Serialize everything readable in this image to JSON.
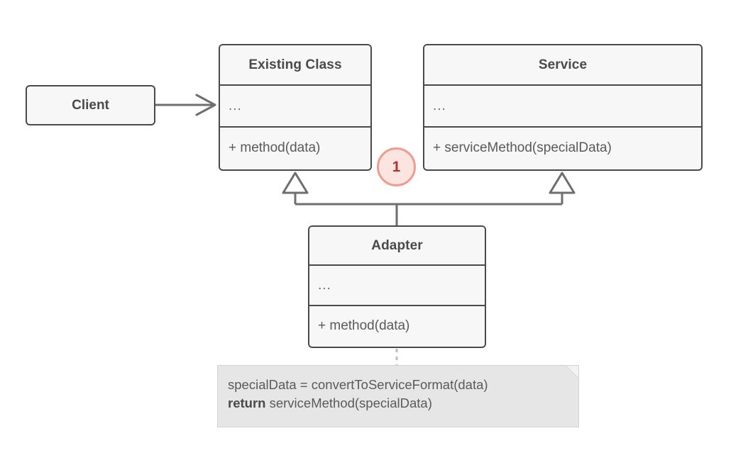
{
  "diagram": {
    "title": "Adapter design pattern class diagram",
    "background_color": "#ffffff",
    "box_fill": "#f7f7f7",
    "box_border_color": "#4a4a4a",
    "line_color": "#6e6e6e",
    "note_fill": "#e6e6e6",
    "badge_fill": "#fce5e1",
    "badge_border": "#f09a90",
    "badge_text_color": "#b02f2f"
  },
  "classes": {
    "client": {
      "name": "Client"
    },
    "existing_class": {
      "name": "Existing Class",
      "attributes": "...",
      "method": "+ method(data)"
    },
    "service": {
      "name": "Service",
      "attributes": "...",
      "method": "+ serviceMethod(specialData)"
    },
    "adapter": {
      "name": "Adapter",
      "attributes": "...",
      "method": "+ method(data)"
    }
  },
  "badges": [
    {
      "label": "1"
    }
  ],
  "note": {
    "line1": "specialData = convertToServiceFormat(data)",
    "line2_keyword": "return",
    "line2_rest": " serviceMethod(specialData)"
  },
  "relationships": [
    {
      "kind": "association",
      "from": "Client",
      "to": "Existing Class",
      "arrowhead": "open-arrow"
    },
    {
      "kind": "inheritance",
      "from": "Adapter",
      "to": "Existing Class",
      "arrowhead": "hollow-triangle"
    },
    {
      "kind": "inheritance",
      "from": "Adapter",
      "to": "Service",
      "arrowhead": "hollow-triangle"
    },
    {
      "kind": "note-link",
      "from": "Adapter",
      "to": "note",
      "arrowhead": "none",
      "style": "dashed"
    }
  ]
}
